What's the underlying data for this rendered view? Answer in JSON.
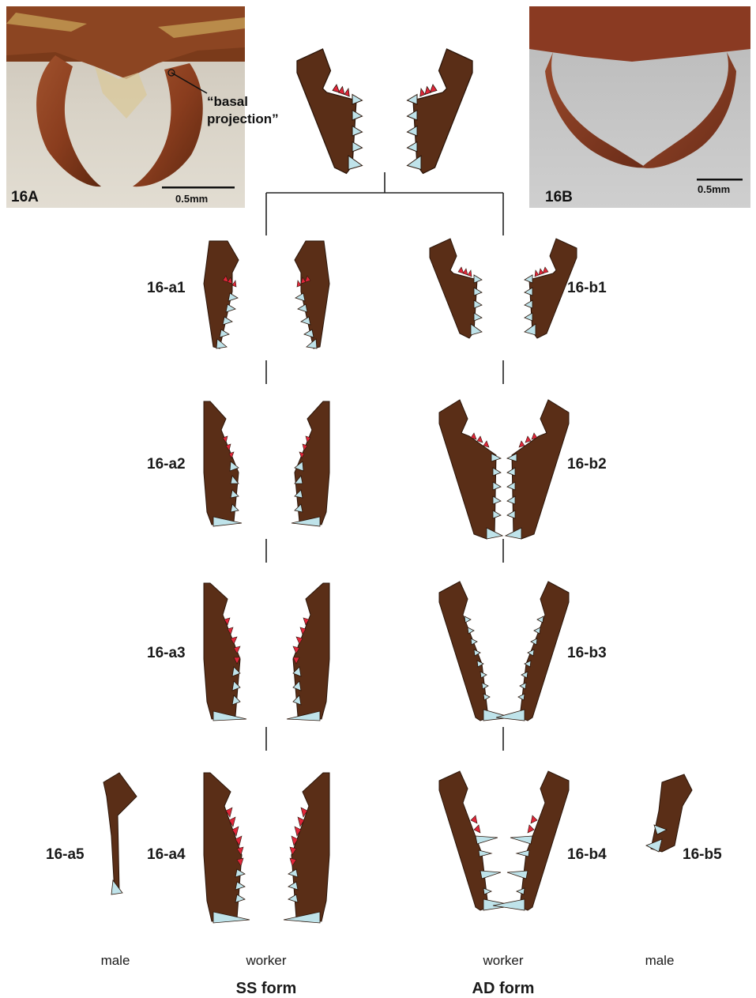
{
  "photos": {
    "a": {
      "label": "16A",
      "scale": "0.5mm",
      "annotation_line1": "“basal",
      "annotation_line2": "projection”"
    },
    "b": {
      "label": "16B",
      "scale": "0.5mm"
    }
  },
  "stages": {
    "a1": "16-a1",
    "a2": "16-a2",
    "a3": "16-a3",
    "a4": "16-a4",
    "a5": "16-a5",
    "b1": "16-b1",
    "b2": "16-b2",
    "b3": "16-b3",
    "b4": "16-b4",
    "b5": "16-b5"
  },
  "captions": {
    "male_left": "male",
    "worker_left": "worker",
    "worker_right": "worker",
    "male_right": "male"
  },
  "forms": {
    "ss": "SS form",
    "ad": "AD form"
  },
  "colors": {
    "mandible": "#5a2e17",
    "tooth_blue": "#bfe3ea",
    "tooth_red": "#e0263a"
  }
}
